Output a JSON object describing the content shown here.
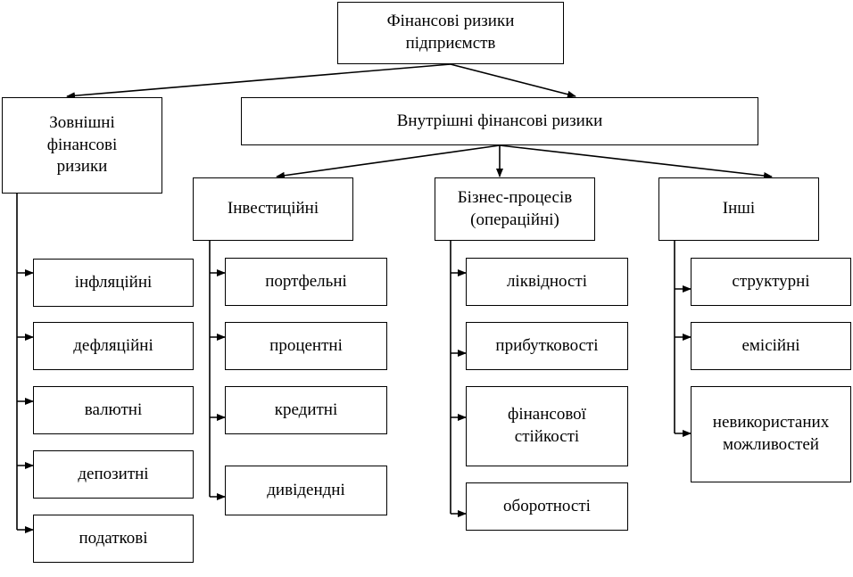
{
  "root": [
    "Фінансові ризики",
    "підприємств"
  ],
  "external": {
    "title": [
      "Зовнішні",
      "фінансові",
      "ризики"
    ],
    "items": [
      "інфляційні",
      "дефляційні",
      "валютні",
      "депозитні",
      "податкові"
    ]
  },
  "internal": {
    "title": "Внутрішні фінансові ризики",
    "groups": [
      {
        "title": [
          "Інвестиційні"
        ],
        "items": [
          [
            "портфельні"
          ],
          [
            "процентні"
          ],
          [
            "кредитні"
          ],
          [
            "дивідендні"
          ]
        ]
      },
      {
        "title": [
          "Бізнес-процесів",
          "(операційні)"
        ],
        "items": [
          [
            "ліквідності"
          ],
          [
            "прибутковості"
          ],
          [
            "фінансової",
            "стійкості"
          ],
          [
            "оборотності"
          ]
        ]
      },
      {
        "title": [
          "Інші"
        ],
        "items": [
          [
            "структурні"
          ],
          [
            "емісійні"
          ],
          [
            "невикористаних",
            "можливостей"
          ]
        ]
      }
    ]
  }
}
